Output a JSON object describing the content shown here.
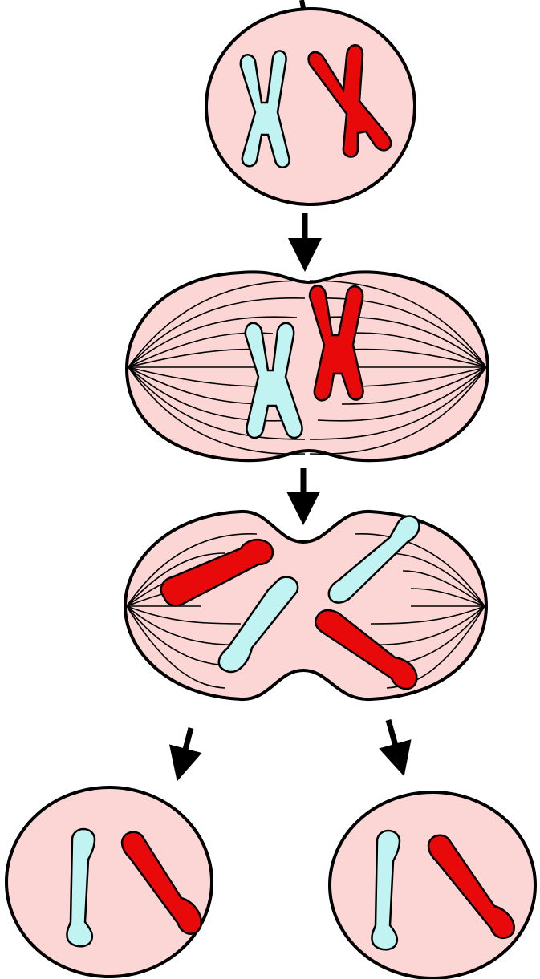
{
  "colors": {
    "cytoplasm": "#fbd6d4",
    "outline": "#000000",
    "chromosome_blue": "#c2f3f3",
    "chromosome_red": "#e8090b",
    "spindle": "#000000",
    "arrow": "#000000"
  },
  "stages": [
    {
      "key": "parent-cell",
      "chromosomes": [
        "blue-replicated",
        "red-replicated"
      ]
    },
    {
      "key": "metaphase-cell",
      "chromosomes": [
        "blue-replicated",
        "red-replicated"
      ],
      "spindle": true
    },
    {
      "key": "anaphase-cell",
      "chromosomes": [
        "red-chromatid",
        "blue-chromatid",
        "blue-chromatid",
        "red-chromatid"
      ],
      "spindle": true
    },
    {
      "key": "daughter-cells",
      "count": 2,
      "chromosomes": [
        "blue-chromatid",
        "red-chromatid"
      ]
    }
  ],
  "icons": [
    "down-arrow-icon",
    "down-left-arrow-icon",
    "down-right-arrow-icon"
  ]
}
